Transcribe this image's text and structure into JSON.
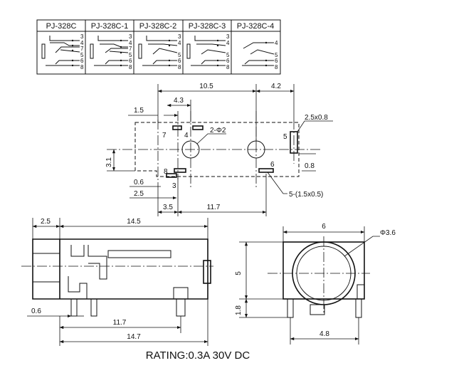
{
  "variant_table": {
    "models": [
      "PJ-328C",
      "PJ-328C-1",
      "PJ-328C-2",
      "PJ-328C-3",
      "PJ-328C-4"
    ],
    "pins": [
      [
        "3",
        "4",
        "7",
        "5",
        "6",
        "8"
      ],
      [
        "3",
        "4",
        "7",
        "5",
        "6",
        "8"
      ],
      [
        "3",
        "4",
        "5",
        "6",
        "8"
      ],
      [
        "3",
        "4",
        "5",
        "6",
        "8"
      ],
      [
        "4",
        "5",
        "6",
        "8"
      ]
    ]
  },
  "top_view": {
    "dims": {
      "d_10_5": "10.5",
      "d_4_2": "4.2",
      "d_4_3": "4.3",
      "d_1_5": "1.5",
      "d_2_5x0_8": "2.5x0.8",
      "d_2_phi2": "2-Φ2",
      "d_3_1": "3.1",
      "d_0_8": "0.8",
      "d_0_6": "0.6",
      "d_2_5": "2.5",
      "d_5_slots": "5-(1.5x0.5)",
      "d_3_5": "3.5",
      "d_11_7": "11.7"
    },
    "pin_labels": {
      "p7": "7",
      "p4": "4",
      "p5": "5",
      "p8": "8",
      "p3": "3",
      "p6": "6"
    }
  },
  "side_view": {
    "dims": {
      "d_2_5": "2.5",
      "d_14_5": "14.5",
      "d_0_6": "0.6",
      "d_11_7": "11.7",
      "d_14_7": "14.7"
    }
  },
  "front_view": {
    "dims": {
      "d_6": "6",
      "d_phi3_6": "Φ3.6",
      "d_5": "5",
      "d_1_8": "1.8",
      "d_4_8": "4.8"
    }
  },
  "rating": "RATING:0.3A 30V DC"
}
